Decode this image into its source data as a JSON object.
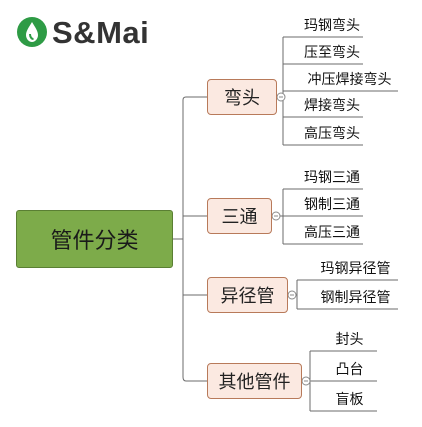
{
  "logo": {
    "text": "S&Mai",
    "mark_color": "#2e9b45",
    "icon": "water-drop-icon"
  },
  "root": {
    "label": "管件分类",
    "color": "#7dab4a"
  },
  "categories": [
    {
      "label": "弯头",
      "items": [
        "玛钢弯头",
        "压至弯头",
        "冲压焊接弯头",
        "焊接弯头",
        "高压弯头"
      ]
    },
    {
      "label": "三通",
      "items": [
        "玛钢三通",
        "钢制三通",
        "高压三通"
      ]
    },
    {
      "label": "异径管",
      "items": [
        "玛钢异径管",
        "钢制异径管"
      ]
    },
    {
      "label": "其他管件",
      "items": [
        "封头",
        "凸台",
        "盲板"
      ]
    }
  ]
}
